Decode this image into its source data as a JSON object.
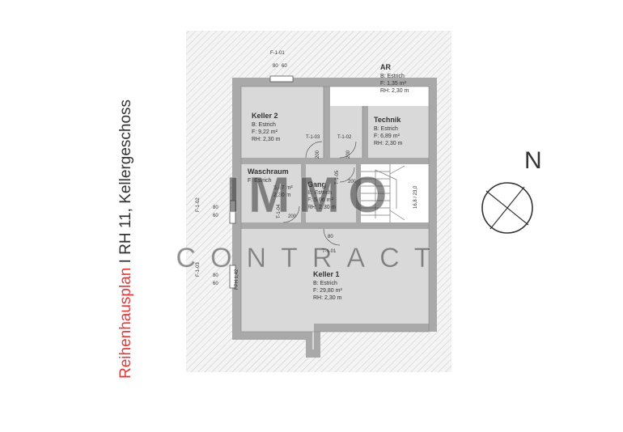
{
  "title": {
    "part1": "Reihenhausplan",
    "separator": " I ",
    "part2": "RH 11, Kellergeschoss"
  },
  "colors": {
    "title_red": "#e3393a",
    "title_dark": "#333333",
    "wall": "#a9a9a9",
    "floor": "#d9d9d9",
    "hatch": "#9a9a9a"
  },
  "north_label": "N",
  "watermark": {
    "line1": "IMMO",
    "line2": "CONTRACT"
  },
  "rooms": [
    {
      "name": "Keller 2",
      "floor": "B: Estrich",
      "area": "F:    9,22 m²",
      "height": "RH: 2,30 m"
    },
    {
      "name": "AR",
      "floor": "B: Estrich",
      "area": "F:    1,35 m²",
      "height": "RH: 2,30 m"
    },
    {
      "name": "Technik",
      "floor": "B: Estrich",
      "area": "F:    6,89 m²",
      "height": "RH: 2,30 m"
    },
    {
      "name": "Waschraum",
      "floor": "F: Estrich",
      "area": "5,47 m²",
      "height": "2,30 m"
    },
    {
      "name": "Gang",
      "floor": "B: Estrich",
      "area": "F:   5,06 m²",
      "height": "RH: 2,30 m"
    },
    {
      "name": "Keller 1",
      "floor": "B: Estrich",
      "area": "F:    29,80 m²",
      "height": "RH: 2,30 m"
    }
  ],
  "labels": {
    "f101": "F-1-01",
    "f102": "F-1-02",
    "f103": "F-1-03",
    "t103": "T-1-03",
    "t102": "T-1-02",
    "t104": "T-1-04",
    "t105": "T-1-05",
    "t101": "T-1-01",
    "fph": "FPH 1,42",
    "dim80": "80",
    "dim60": "60",
    "dim200": "200",
    "stairs": "16,8 / 23,0"
  }
}
